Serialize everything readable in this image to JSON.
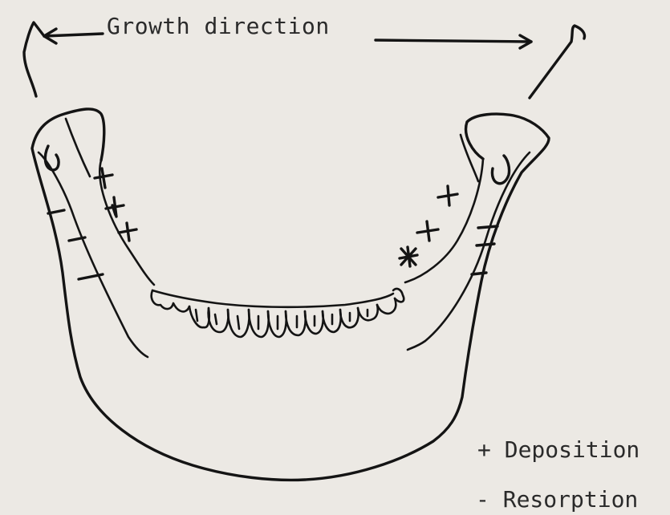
{
  "title": "Growth direction",
  "legend": {
    "deposition": "+ Deposition",
    "resorption": "- Resorption"
  },
  "colors": {
    "paper": "#ece9e4",
    "ink": "#141414",
    "typewriter": "#2a2a2a"
  }
}
